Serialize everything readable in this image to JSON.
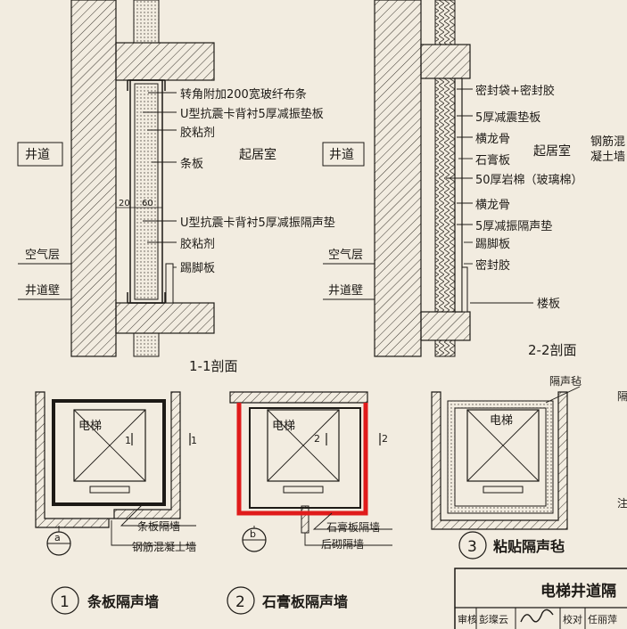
{
  "section_1_1": {
    "labels": {
      "corner": "转角附加200宽玻纤布条",
      "u_backing": "U型抗震卡背衬5厚减振垫板",
      "adhesive": "胶粘剂",
      "strip": "条板",
      "living": "起居室",
      "shaft": "井道",
      "air_layer": "空气层",
      "shaft_wall": "井道壁",
      "u_backing_2": "U型抗震卡背衬5厚减振隔声垫",
      "adhesive_2": "胶粘剂",
      "skirting": "踢脚板",
      "dim_a": "20",
      "dim_b": "60"
    },
    "title": "1-1剖面"
  },
  "section_2_2": {
    "labels": {
      "sealing": "密封袋+密封胶",
      "damping": "5厚减震垫板",
      "keel": "横龙骨",
      "gypsum": "石膏板",
      "rockwool": "50厚岩棉（玻璃棉）",
      "living": "起居室",
      "shaft": "井道",
      "rc_wall": "钢筋混",
      "rc_wall_2": "凝土墙",
      "keel_2": "横龙骨",
      "damping_2": "5厚减振隔声垫",
      "skirting": "踢脚板",
      "sealant": "密封胶",
      "air_layer": "空气层",
      "shaft_wall": "井道壁",
      "floor": "楼板"
    },
    "title": "2-2剖面"
  },
  "plans": {
    "elevator": "电梯",
    "cut1": "1",
    "cut2": "2",
    "p1": {
      "callout_1": "条板隔墙",
      "callout_2": "钢筋混凝土墙",
      "bubble": "a"
    },
    "p2": {
      "callout_1": "石膏板隔墙",
      "callout_2": "后砌隔墙",
      "bubble": "b"
    },
    "p3": {
      "callout_1": "隔声毡",
      "edge": "隔"
    }
  },
  "captions": {
    "c1": {
      "num": "1",
      "text": "条板隔声墙"
    },
    "c2": {
      "num": "2",
      "text": "石膏板隔声墙"
    },
    "c3": {
      "num": "3",
      "text": "粘贴隔声毡"
    }
  },
  "title_block": {
    "title": "电梯井道隔",
    "review": "审核",
    "reviewer": "彭璨云",
    "check": "校对",
    "checker": "任丽萍",
    "note": "注"
  },
  "colors": {
    "highlight": "#e01b1b",
    "line": "#1d1a16",
    "paper": "#f2ece0"
  }
}
